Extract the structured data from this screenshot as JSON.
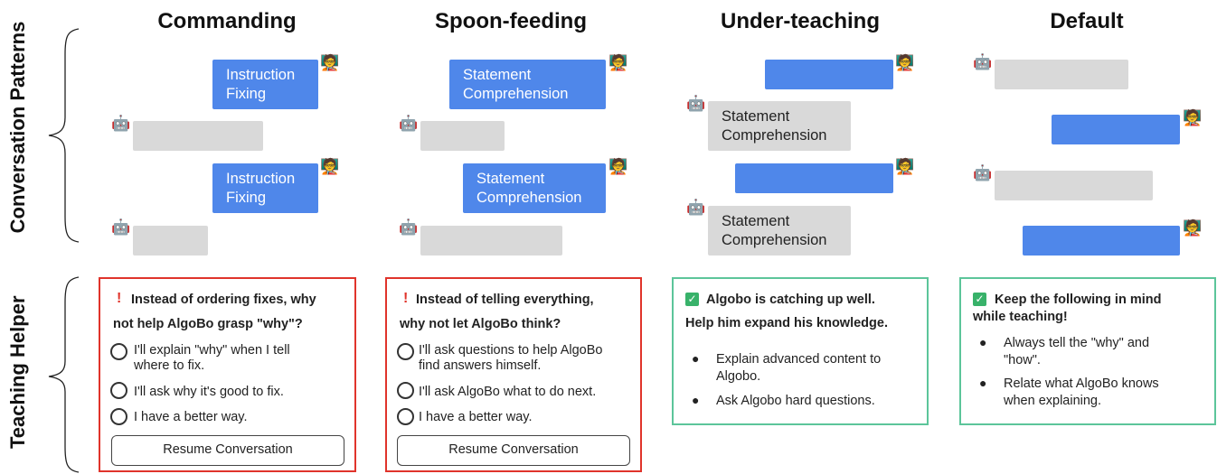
{
  "side_labels": {
    "top": "Conversation Patterns",
    "bottom": "Teaching Helper"
  },
  "columns": [
    {
      "title": "Commanding"
    },
    {
      "title": "Spoon-feeding"
    },
    {
      "title": "Under-teaching"
    },
    {
      "title": "Default"
    }
  ],
  "bubbles": {
    "instruction_fixing": "Instruction\nFixing",
    "statement_comprehension": "Statement\nComprehension"
  },
  "avatars": {
    "robot": "🤖",
    "teacher": "🧑‍🏫"
  },
  "helpers": {
    "commanding": {
      "icon": "!",
      "title_line1": "Instead of ordering fixes, why",
      "title_line2": "not help AlgoBo grasp \"why\"?",
      "options": [
        "I'll explain \"why\" when I tell\nwhere to fix.",
        "I'll ask why it's good to fix.",
        "I have a better way."
      ],
      "button": "Resume Conversation"
    },
    "spoon_feeding": {
      "icon": "!",
      "title_line1": "Instead of telling everything,",
      "title_line2": "why not let AlgoBo think?",
      "options": [
        "I'll ask questions to help AlgoBo\nfind answers himself.",
        "I'll ask AlgoBo what to do next.",
        "I have a better way."
      ],
      "button": "Resume Conversation"
    },
    "under_teaching": {
      "icon": "✓",
      "title_line1": "Algobo is catching up well.",
      "title_line2": "Help him expand his knowledge.",
      "bullets": [
        "Explain advanced content to\nAlgobo.",
        "Ask Algobo hard questions."
      ]
    },
    "default": {
      "icon": "✓",
      "title_line1": "Keep the following in mind",
      "title_line2": "while teaching!",
      "bullets": [
        "Always tell the \"why\" and\n\"how\".",
        "Relate what AlgoBo knows\nwhen explaining."
      ]
    }
  },
  "colors": {
    "user_bubble": "#4f87ea",
    "bot_bubble": "#d9d9d9",
    "warning_border": "#e0342b",
    "ok_border": "#5cc59a",
    "check_green": "#38b26a"
  }
}
